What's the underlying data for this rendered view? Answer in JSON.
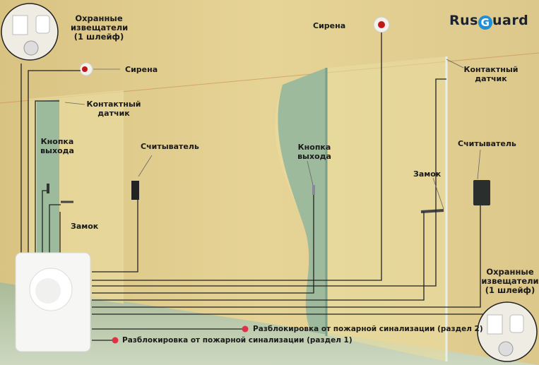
{
  "logo": {
    "part1": "Rus",
    "g": "G",
    "part2": "uard"
  },
  "labels": {
    "sensors_left": [
      "Охранные",
      "извещатели",
      "(1 шлейф)"
    ],
    "siren_left": "Сирена",
    "contact_left": [
      "Контактный",
      "датчик"
    ],
    "exit_left": [
      "Кнопка",
      "выхода"
    ],
    "reader_left": "Считыватель",
    "lock_left": "Замок",
    "siren_right": "Сирена",
    "contact_right": [
      "Контактный",
      "датчик"
    ],
    "exit_right": [
      "Кнопка",
      "выхода"
    ],
    "reader_right": "Считыватель",
    "lock_right": "Замок",
    "sensors_right": [
      "Охранные",
      "извещатели",
      "(1 шлейф)"
    ],
    "fire_unlock_2": "Разблокировка от пожарной синализации (раздел 2)",
    "fire_unlock_1": "Разблокировка от пожарной синализации (раздел 1)"
  },
  "colors": {
    "wood": "#e2cf8e",
    "floor": "#b9c9a8",
    "glass": "#8fb59c",
    "wire": "#222222",
    "dot": "#e03048",
    "logo_blue": "#1f8fd8"
  }
}
